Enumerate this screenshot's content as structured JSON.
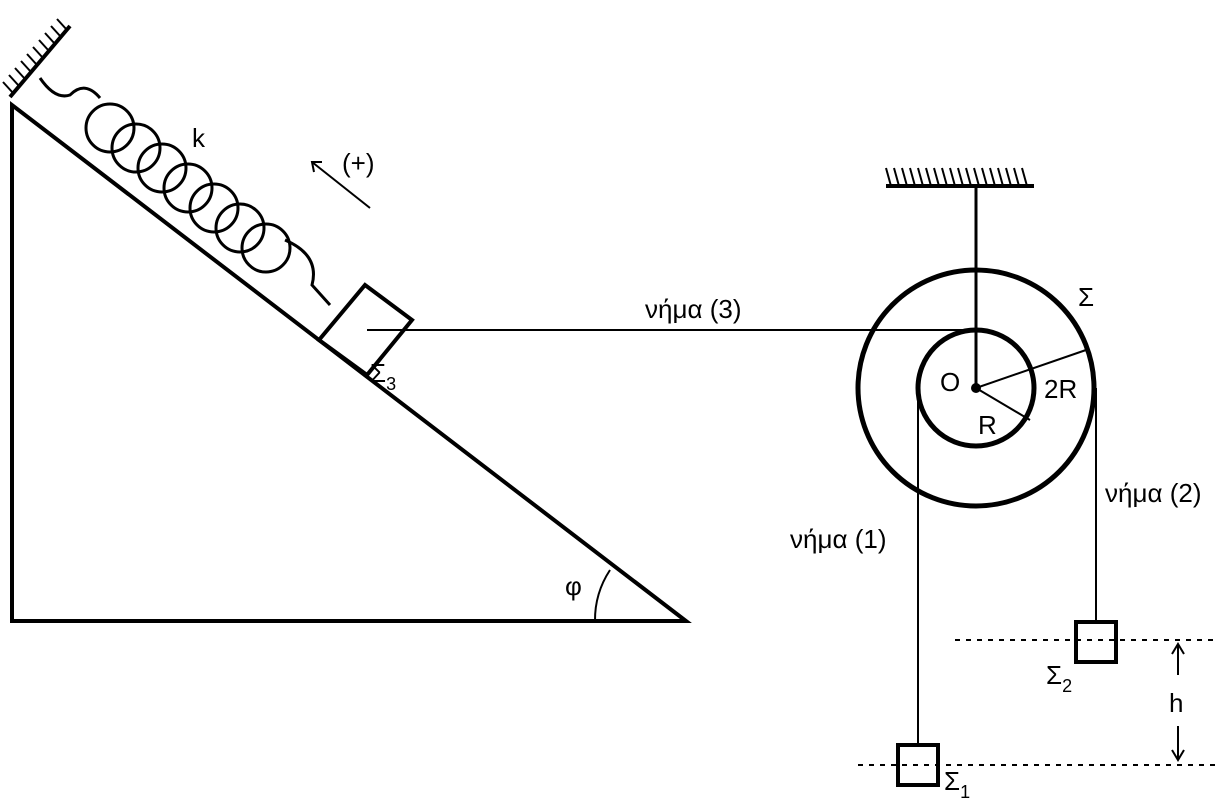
{
  "labels": {
    "spring_constant": "k",
    "positive_direction": "(+)",
    "block_3": "Σ",
    "block_3_sub": "3",
    "pulley": "Σ",
    "center": "O",
    "outer_radius": "2R",
    "inner_radius": "R",
    "string_3": "νήμα (3)",
    "string_1": "νήμα (1)",
    "string_2": "νήμα (2)",
    "block_1": "Σ",
    "block_1_sub": "1",
    "block_2": "Σ",
    "block_2_sub": "2",
    "height": "h",
    "angle": "φ"
  },
  "colors": {
    "ink": "#000000",
    "background": "#ffffff"
  }
}
